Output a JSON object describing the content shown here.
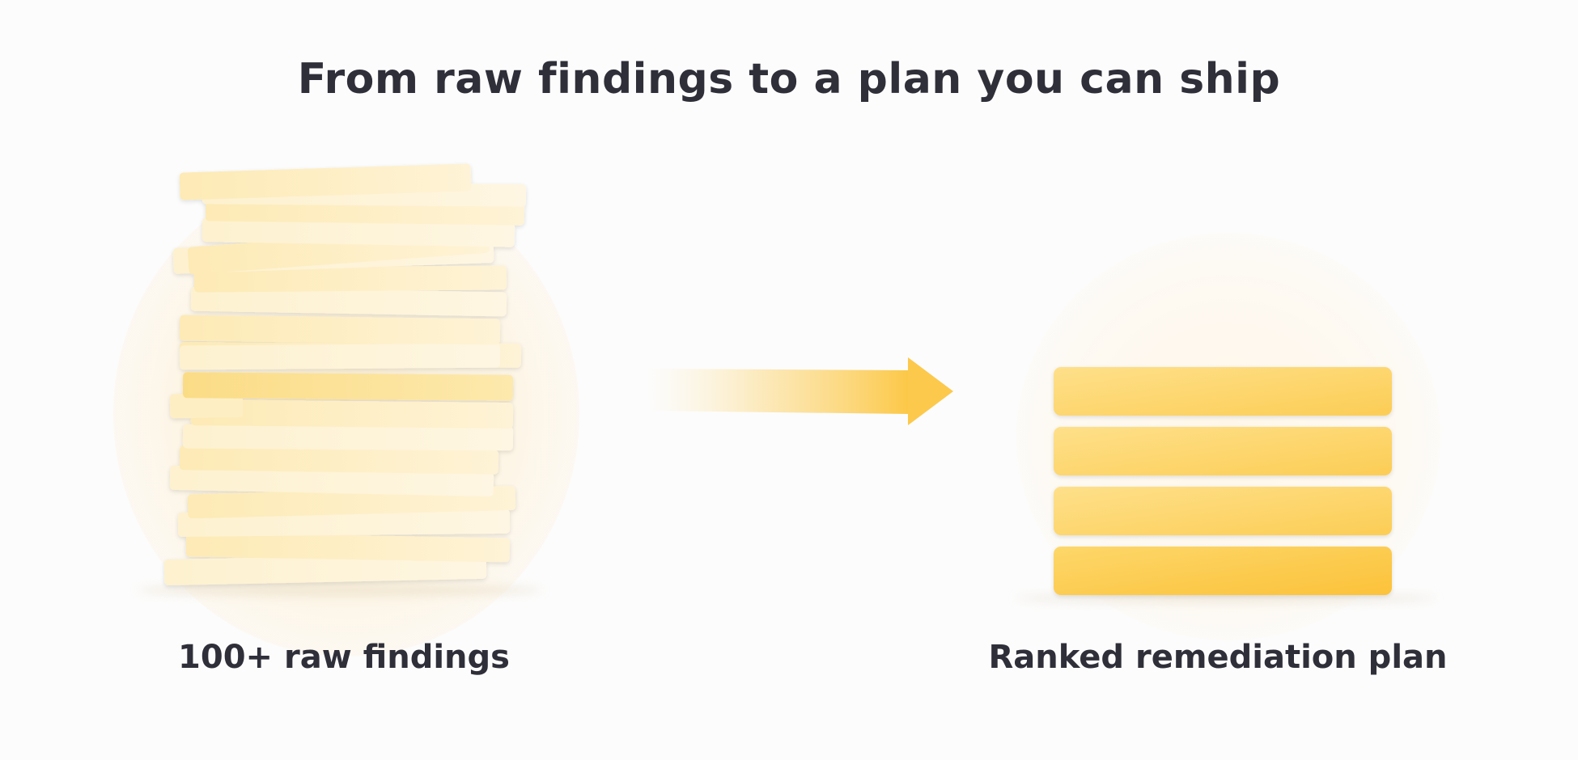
{
  "title": "From raw findings to a plan you can ship",
  "left_panel": {
    "caption": "100+ raw findings"
  },
  "right_panel": {
    "caption": "Ranked remediation plan",
    "ranked_item_count": 4
  },
  "colors": {
    "title_text": "#2f2f3a",
    "background": "#fcfcfc",
    "halo": "#fdf3dc",
    "raw_card_light": "#fdf0c6",
    "raw_card_mid": "#fbe39a",
    "raw_card_strong": "#fbd56e",
    "ranked_bar_light": "#fedd80",
    "ranked_bar_dark": "#fcc63e",
    "arrow": "#fccb4f"
  }
}
